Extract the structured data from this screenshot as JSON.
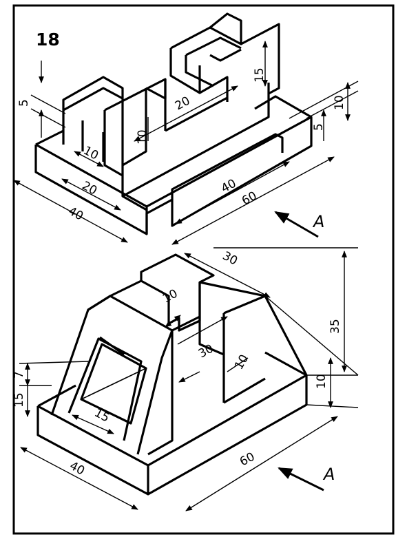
{
  "sheet": {
    "task_number": "18",
    "view_label": "A"
  },
  "part_top": {
    "dims": {
      "h5_left": "5",
      "slot10": "10",
      "depth20_a": "20",
      "width40": "40",
      "depth20_b": "20",
      "h10_mid": "10",
      "h15_right": "15",
      "len40": "40",
      "len60": "60",
      "h5_right": "5",
      "h10_right": "10"
    }
  },
  "part_bottom": {
    "dims": {
      "top30": "30",
      "slot10": "10",
      "h35": "35",
      "depth30": "30",
      "rib10": "10",
      "base10": "10",
      "h7": "7",
      "h15": "15",
      "win15": "15",
      "width40": "40",
      "len60": "60"
    }
  },
  "colors": {
    "ink": "#000000",
    "paper": "#ffffff"
  }
}
